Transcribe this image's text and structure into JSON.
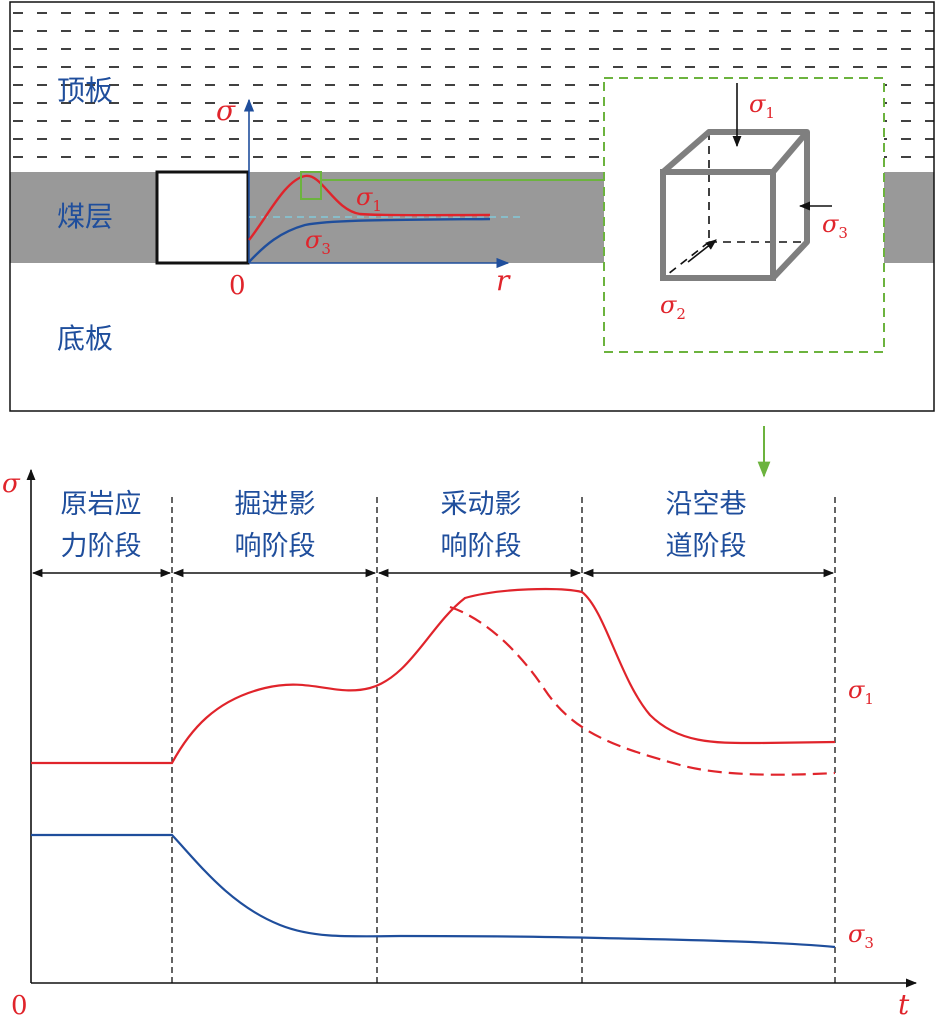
{
  "top_section": {
    "roof_label": "顶板",
    "coal_label": "煤层",
    "floor_label": "底板",
    "axis_sigma": "σ",
    "axis_r": "r",
    "origin": "0",
    "curve_sigma1": {
      "base": "σ",
      "sub": "1"
    },
    "curve_sigma3": {
      "base": "σ",
      "sub": "3"
    }
  },
  "cube": {
    "sigma1": {
      "base": "σ",
      "sub": "1"
    },
    "sigma2": {
      "base": "σ",
      "sub": "2"
    },
    "sigma3": {
      "base": "σ",
      "sub": "3"
    }
  },
  "bottom_chart": {
    "y_axis_label": "σ",
    "x_axis_label": "t",
    "origin": "0",
    "phases": [
      {
        "line1": "原岩应",
        "line2": "力阶段"
      },
      {
        "line1": "掘进影",
        "line2": "响阶段"
      },
      {
        "line1": "采动影",
        "line2": "响阶段"
      },
      {
        "line1": "沿空巷",
        "line2": "道阶段"
      }
    ],
    "series_sigma1": {
      "base": "σ",
      "sub": "1"
    },
    "series_sigma3": {
      "base": "σ",
      "sub": "3"
    }
  },
  "colors": {
    "red": "#e0242b",
    "blue": "#1f4e9c",
    "green": "#6cb33e",
    "coal": "#999999",
    "label_blue": "#1f4e9c"
  }
}
